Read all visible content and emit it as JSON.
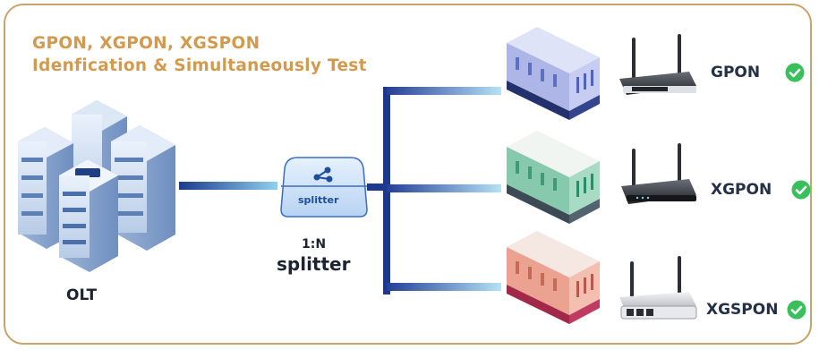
{
  "title": {
    "line1": "GPON, XGPON, XGSPON",
    "line2": "Idenfication & Simultaneously Test"
  },
  "olt": {
    "label": "OLT"
  },
  "splitter": {
    "box_label": "splitter",
    "ratio": "1:N",
    "label": "splitter"
  },
  "endpoints": [
    {
      "label": "GPON",
      "building_color": "#a9b2e6",
      "status": "check"
    },
    {
      "label": "XGPON",
      "building_color": "#7fc3a6",
      "status": "check"
    },
    {
      "label": "XGSPON",
      "building_color": "#e79a8a",
      "status": "check"
    }
  ],
  "colors": {
    "frame": "#c8a36a",
    "title": "#d39a4e",
    "fiber_dark": "#1c3a8c",
    "fiber_light": "#8fd0ee",
    "check": "#39c05c"
  }
}
